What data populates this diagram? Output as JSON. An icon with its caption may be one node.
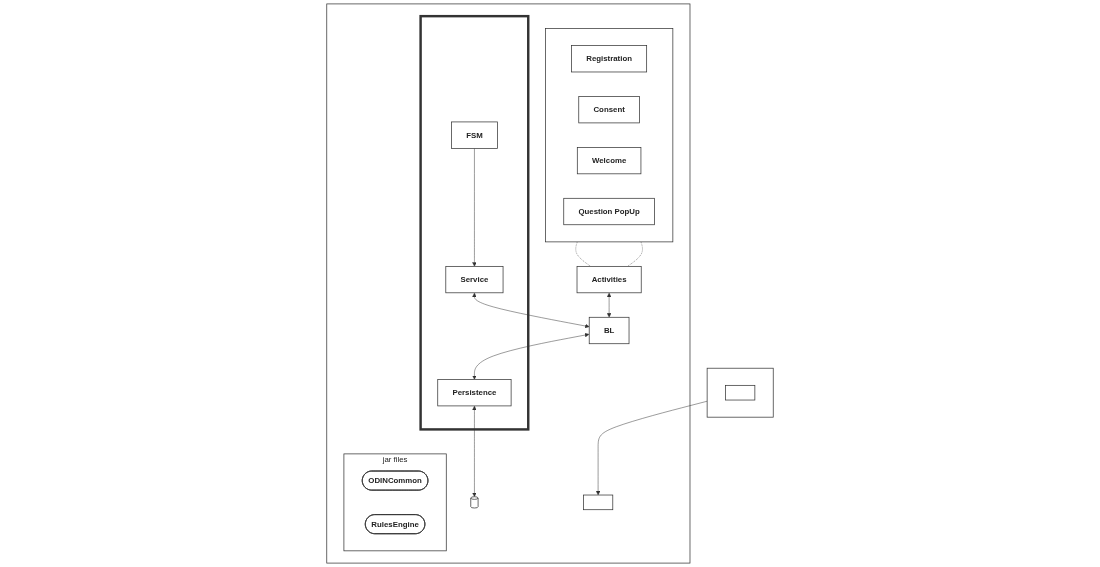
{
  "diagram": {
    "nodes": [
      {
        "text": [],
        "shape": "box"
      },
      {
        "text": [],
        "shape": "box",
        "in": 0
      },
      {
        "text": [
          "Registration"
        ],
        "in": 1
      },
      {
        "text": [
          "Consent"
        ],
        "in": 1
      },
      {
        "text": [
          "Welcome"
        ],
        "in": 1
      },
      {
        "text": [
          "Question PopUp"
        ],
        "in": 1
      },
      {
        "text": [
          "Activities"
        ],
        "in": 0
      },
      {
        "text": [],
        "shape": "box",
        "in": 0
      },
      {
        "text": [
          "Service"
        ],
        "in": 7
      },
      {
        "text": [
          "FSM"
        ],
        "in": 7
      },
      {
        "text": [
          "BL"
        ],
        "in": 0
      },
      {
        "text": [
          "Persistence"
        ],
        "in": 7
      },
      {
        "text": [],
        "shape": "cylinder",
        "in": 0
      },
      {
        "text": [
          "jar files"
        ],
        "in": 0
      },
      {
        "text": [
          "ODINCommon"
        ],
        "in": 13
      },
      {
        "text": [
          "RulesEngine"
        ],
        "in": 13
      },
      {
        "text": [],
        "shape": "box",
        "in": 0
      },
      {
        "text": [],
        "shape": "box"
      },
      {
        "text": [],
        "shape": "box",
        "in": 17
      }
    ],
    "edges": [
      {
        "from": 1,
        "to": 6,
        "arrow": "none",
        "style": "dashed"
      },
      {
        "from": 1,
        "to": 6,
        "arrow": "none",
        "style": "dashed"
      },
      {
        "from": 6,
        "to": 10,
        "arrow": "both"
      },
      {
        "from": 8,
        "to": 10,
        "arrow": "both"
      },
      {
        "from": 9,
        "to": 8,
        "arrow": "to"
      },
      {
        "from": 10,
        "to": 11,
        "arrow": "both"
      },
      {
        "from": 11,
        "to": 12,
        "arrow": "both"
      },
      {
        "from": 17,
        "to": 16,
        "arrow": "to"
      }
    ]
  }
}
